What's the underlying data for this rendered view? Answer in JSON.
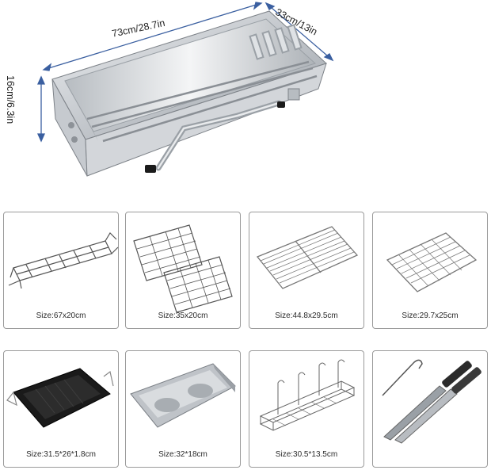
{
  "dimensions": {
    "width": "73cm/28.7in",
    "depth": "33cm/13in",
    "height": "16cm/6.3in"
  },
  "accessories": [
    {
      "caption": "Size:67x20cm",
      "icon": "long-wire-rack"
    },
    {
      "caption": "Size:35x20cm",
      "icon": "double-wire-rack"
    },
    {
      "caption": "Size:44.8x29.5cm",
      "icon": "large-grill-grate"
    },
    {
      "caption": "Size:29.7x25cm",
      "icon": "square-grill-grate"
    },
    {
      "caption": "Size:31.5*26*1.8cm",
      "icon": "black-baking-tray"
    },
    {
      "caption": "Size:32*18cm",
      "icon": "steel-drip-tray"
    },
    {
      "caption": "Size:30.5*13.5cm",
      "icon": "hanging-basket"
    },
    {
      "caption": "",
      "icon": "tongs-and-hook"
    }
  ],
  "colors": {
    "steel": "#c9ccd0",
    "steel_dark": "#8e9297",
    "card_border": "#9a9a9a",
    "tray_black": "#1a1a1a"
  }
}
